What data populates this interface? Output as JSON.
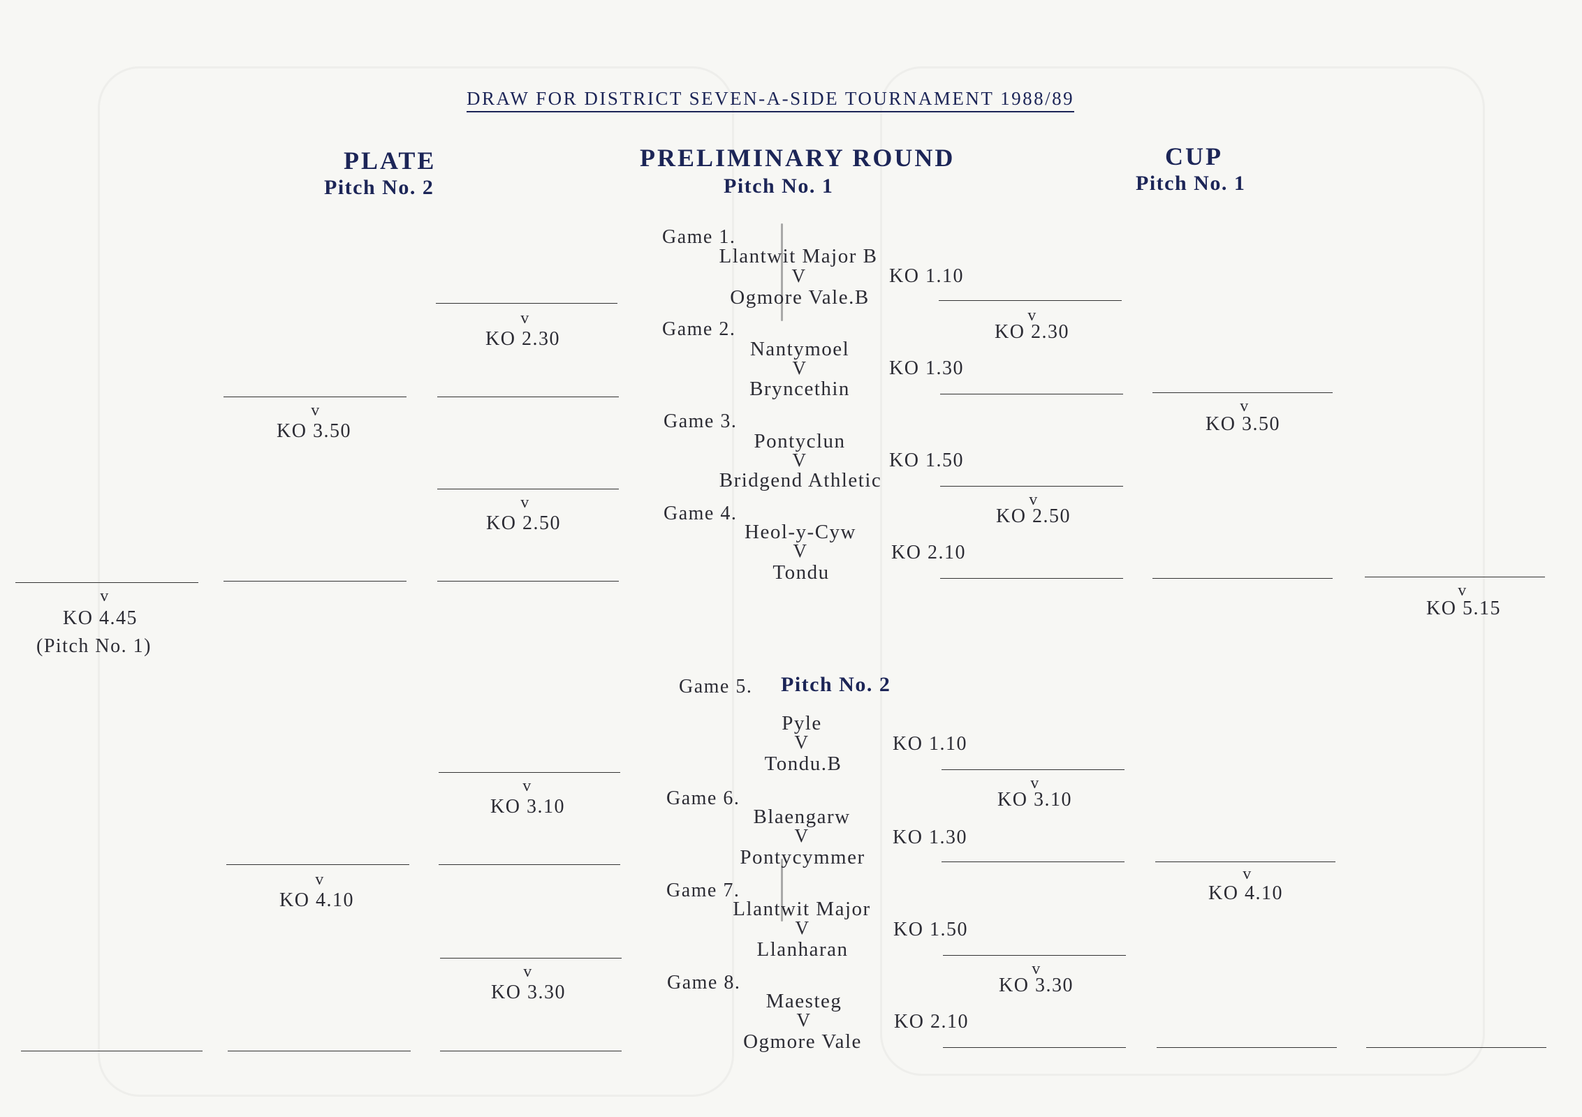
{
  "title": "DRAW FOR DISTRICT SEVEN-A-SIDE TOURNAMENT 1988/89",
  "plate": {
    "heading": "PLATE",
    "pitch": "Pitch No. 2"
  },
  "prelim": {
    "heading": "PRELIMINARY ROUND",
    "pitch": "Pitch No. 1"
  },
  "cup": {
    "heading": "CUP",
    "pitch": "Pitch No. 1"
  },
  "vs": "V",
  "vs_small": "v",
  "games": [
    {
      "label": "Game 1.",
      "home": "Llantwit Major B",
      "away": "Ogmore Vale.B",
      "ko": "KO 1.10"
    },
    {
      "label": "Game 2.",
      "home": "Nantymoel",
      "away": "Bryncethin",
      "ko": "KO 1.30"
    },
    {
      "label": "Game 3.",
      "home": "Pontyclun",
      "away": "Bridgend Athletic",
      "ko": "KO 1.50"
    },
    {
      "label": "Game 4.",
      "home": "Heol-y-Cyw",
      "away": "Tondu",
      "ko": "KO 2.10"
    },
    {
      "label": "Game 5.",
      "pitch": "Pitch No. 2",
      "home": "Pyle",
      "away": "Tondu.B",
      "ko": "KO 1.10"
    },
    {
      "label": "Game 6.",
      "home": "Blaengarw",
      "away": "Pontycymmer",
      "ko": "KO 1.30"
    },
    {
      "label": "Game 7.",
      "home": "Llantwit Major",
      "away": "Llanharan",
      "ko": "KO 1.50"
    },
    {
      "label": "Game 8.",
      "home": "Maesteg",
      "away": "Ogmore Vale",
      "ko": "KO 2.10"
    }
  ],
  "plate_bracket": {
    "r1": [
      "KO 2.30",
      "KO 2.50",
      "KO 3.10",
      "KO 3.30"
    ],
    "r2": [
      "KO 3.50",
      "KO 4.10"
    ],
    "final": "KO 4.45",
    "final_pitch": "(Pitch No. 1)"
  },
  "cup_bracket": {
    "r1": [
      "KO 2.30",
      "KO 2.50",
      "KO 3.10",
      "KO 3.30"
    ],
    "r2": [
      "KO 3.50",
      "KO 4.10"
    ],
    "final": "KO 5.15"
  }
}
